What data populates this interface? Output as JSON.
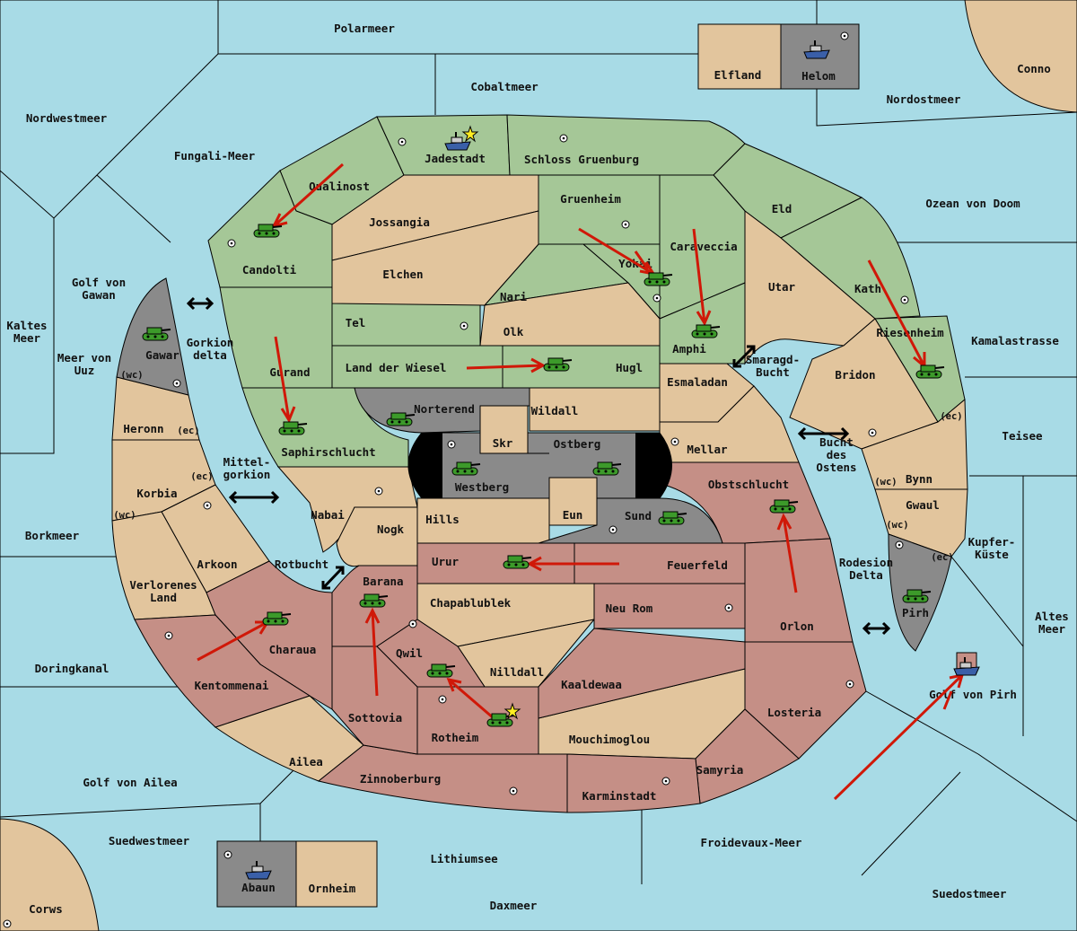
{
  "map": {
    "colors": {
      "sea": "#a8dbe6",
      "green_power": "#a5c797",
      "neutral_land": "#e2c59d",
      "red_power": "#c58f86",
      "gray_power": "#8a8a8a",
      "order_arrow": "#d01808",
      "army": "#3c9a2a",
      "fleet": "#3a5fa8",
      "star": "#ffee22"
    },
    "labels": {
      "polarmeer": "Polarmeer",
      "cobaltmeer": "Cobaltmeer",
      "elfland": "Elfland",
      "helom": "Helom",
      "conno": "Conno",
      "nordostmeer": "Nordostmeer",
      "nordwestmeer": "Nordwestmeer",
      "fungali": "Fungali-Meer",
      "jadestadt": "Jadestadt",
      "schloss": "Schloss Gruenburg",
      "qualinost": "Qualinost",
      "jossangia": "Jossangia",
      "gruenheim": "Gruenheim",
      "eld": "Eld",
      "ozean": "Ozean von Doom",
      "candolti": "Candolti",
      "elchen": "Elchen",
      "caraveccia": "Caraveccia",
      "yokai": "Yokai",
      "golf_gawan": "Golf von Gawan",
      "nari": "Nari",
      "utar": "Utar",
      "kath": "Kath",
      "kaltes": "Kaltes Meer",
      "tel": "Tel",
      "olk": "Olk",
      "riesenheim": "Riesenheim",
      "kamala": "Kamalastrasse",
      "gawar": "Gawar",
      "gorkion_delta": "Gorkion delta",
      "meer_uuz": "Meer von Uuz",
      "gurand": "Gurand",
      "landwiesel": "Land der Wiesel",
      "hugl": "Hugl",
      "amphi": "Amphi",
      "smaragd": "Smaragd- Bucht",
      "bridon": "Bridon",
      "esmaladan": "Esmaladan",
      "norterend": "Norterend",
      "wildall": "Wildall",
      "heronn": "Heronn",
      "teisee": "Teisee",
      "skr": "Skr",
      "ostberg": "Ostberg",
      "mellar": "Mellar",
      "saphir": "Saphirschlucht",
      "bucht_ostens": "Bucht des Ostens",
      "korbia": "Korbia",
      "mittelgorkion": "Mittel- gorkion",
      "westberg": "Westberg",
      "obstschlucht": "Obstschlucht",
      "bynn": "Bynn",
      "gwaul": "Gwaul",
      "nabai": "Nabai",
      "hills": "Hills",
      "eun": "Eun",
      "sund": "Sund",
      "borkmeer": "Borkmeer",
      "nogk": "Nogk",
      "kupfer": "Kupfer- Küste",
      "arkoon": "Arkoon",
      "rotbucht": "Rotbucht",
      "urur": "Urur",
      "feuerfeld": "Feuerfeld",
      "rodesion": "Rodesion Delta",
      "barana": "Barana",
      "verlorenes": "Verlorenes Land",
      "chapa": "Chapablublek",
      "neurom": "Neu Rom",
      "pirh": "Pirh",
      "orlon": "Orlon",
      "altes": "Altes Meer",
      "charaua": "Charaua",
      "qwil": "Qwil",
      "doring": "Doringkanal",
      "nilldall": "Nilldall",
      "kentommenai": "Kentommenai",
      "kaaldewaa": "Kaaldewaa",
      "golf_pirh": "Golf von Pirh",
      "losteria": "Losteria",
      "sottovia": "Sottovia",
      "rotheim": "Rotheim",
      "mouchi": "Mouchimoglou",
      "ailea": "Ailea",
      "samyria": "Samyria",
      "golf_ailea": "Golf von Ailea",
      "zinnoberburg": "Zinnoberburg",
      "karminstadt": "Karminstadt",
      "suedwestmeer": "Suedwestmeer",
      "froidevaux": "Froidevaux-Meer",
      "lithiumsee": "Lithiumsee",
      "abaun": "Abaun",
      "ornheim": "Ornheim",
      "suedostmeer": "Suedostmeer",
      "corws": "Corws",
      "daxmeer": "Daxmeer",
      "wc": "(wc)",
      "ec": "(ec)"
    },
    "units": [
      {
        "type": "army",
        "region": "Candolti",
        "owner": "green"
      },
      {
        "type": "army",
        "region": "Gawar",
        "owner": "gray"
      },
      {
        "type": "army",
        "region": "Saphirschlucht",
        "owner": "green"
      },
      {
        "type": "army",
        "region": "Norterend",
        "owner": "gray"
      },
      {
        "type": "army",
        "region": "Westberg",
        "owner": "gray"
      },
      {
        "type": "army",
        "region": "Hugl",
        "owner": "green"
      },
      {
        "type": "army",
        "region": "Ostberg",
        "owner": "gray"
      },
      {
        "type": "army",
        "region": "Yokai",
        "owner": "green"
      },
      {
        "type": "army",
        "region": "Amphi",
        "owner": "green"
      },
      {
        "type": "army",
        "region": "Riesenheim",
        "owner": "green"
      },
      {
        "type": "army",
        "region": "Obstschlucht",
        "owner": "red"
      },
      {
        "type": "army",
        "region": "Sund",
        "owner": "gray"
      },
      {
        "type": "army",
        "region": "Urur",
        "owner": "red"
      },
      {
        "type": "army",
        "region": "Pirh",
        "owner": "gray"
      },
      {
        "type": "army",
        "region": "Barana",
        "owner": "red"
      },
      {
        "type": "army",
        "region": "Charaua",
        "owner": "red"
      },
      {
        "type": "army",
        "region": "Qwil",
        "owner": "red"
      },
      {
        "type": "army",
        "region": "Rotheim",
        "owner": "red",
        "star": true
      },
      {
        "type": "fleet",
        "region": "Jadestadt",
        "owner": "green",
        "star": true
      },
      {
        "type": "fleet",
        "region": "Helom",
        "owner": "gray"
      },
      {
        "type": "fleet",
        "region": "Abaun",
        "owner": "gray"
      },
      {
        "type": "fleet",
        "region": "Golf von Pirh",
        "owner": "red"
      }
    ]
  }
}
